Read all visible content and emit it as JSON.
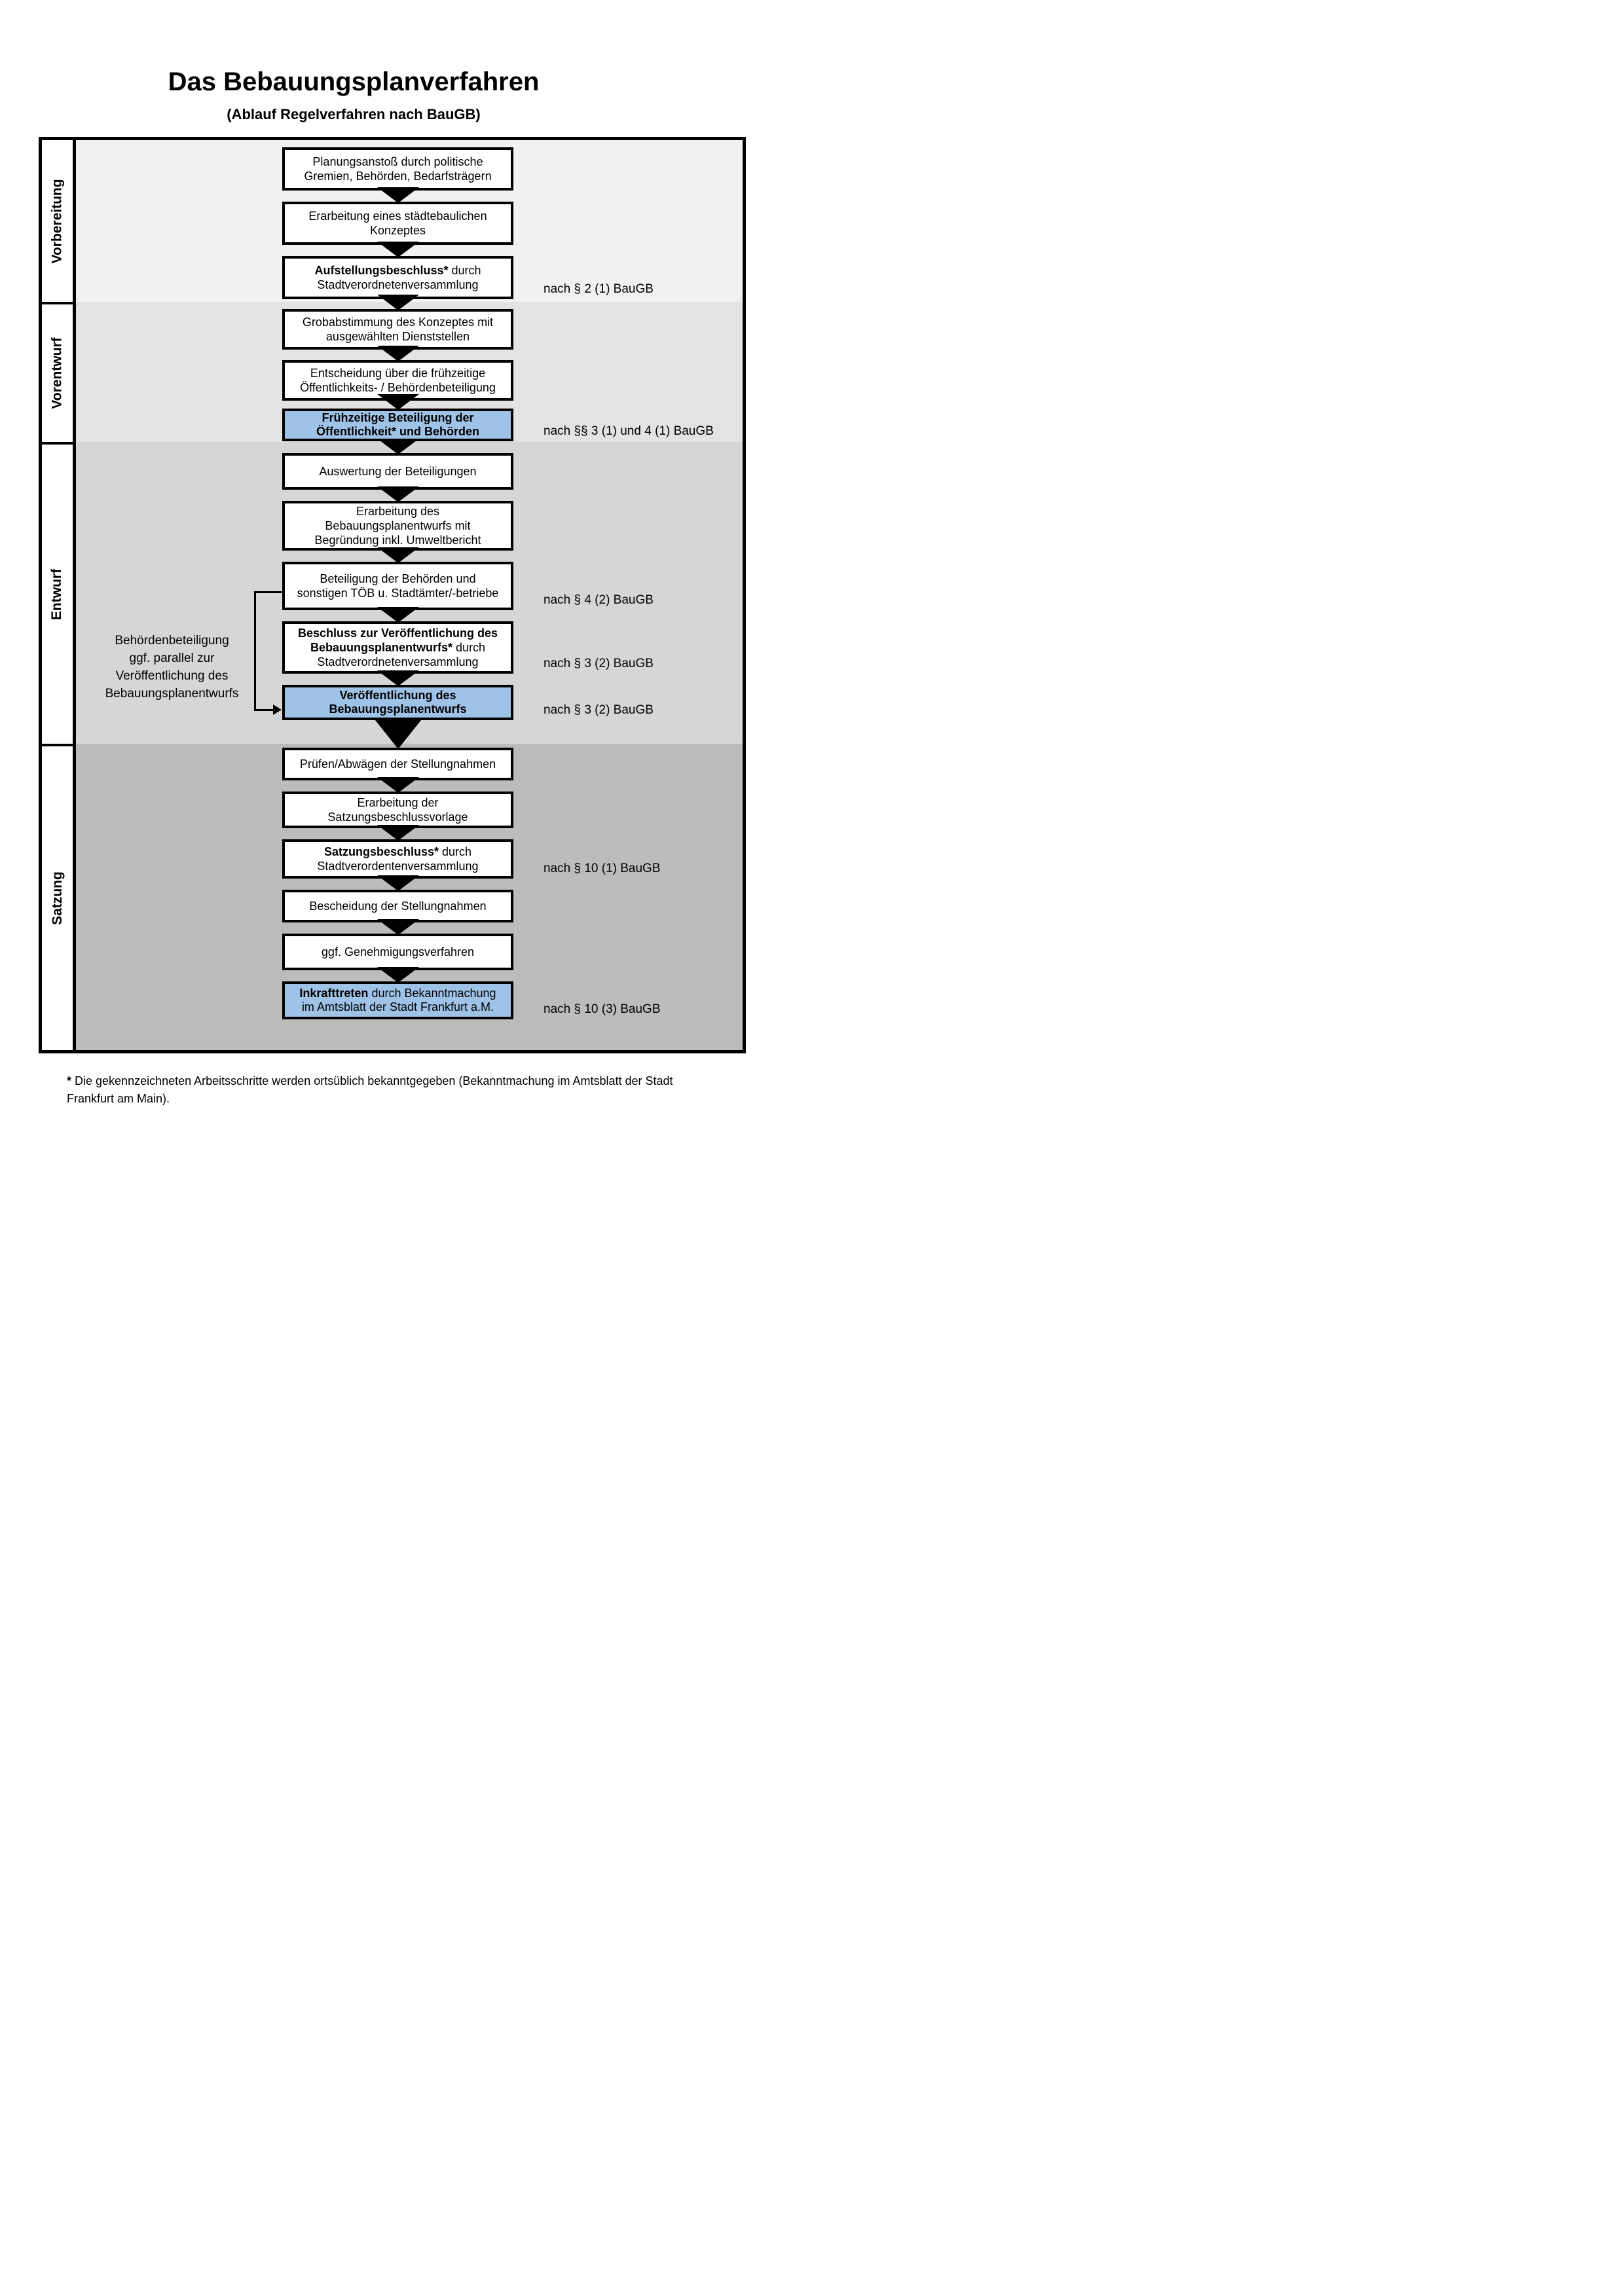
{
  "title": "Das Bebauungsplanverfahren",
  "subtitle": "(Ablauf Regelverfahren nach BauGB)",
  "phases": [
    {
      "label": "Vorbereitung"
    },
    {
      "label": "Vorentwurf"
    },
    {
      "label": "Entwurf"
    },
    {
      "label": "Satzung"
    }
  ],
  "flow_boxes": [
    {
      "highlighted": false,
      "law_ref": "",
      "lines": [
        {
          "bold": "",
          "text": "Planungsanstoß durch politische"
        },
        {
          "bold": "",
          "text": "Gremien, Behörden, Bedarfsträgern"
        }
      ]
    },
    {
      "highlighted": false,
      "law_ref": "",
      "lines": [
        {
          "bold": "",
          "text": "Erarbeitung eines städtebaulichen"
        },
        {
          "bold": "",
          "text": "Konzeptes"
        }
      ]
    },
    {
      "highlighted": false,
      "law_ref": "nach § 2 (1) BauGB",
      "lines": [
        {
          "bold": "Aufstellungsbeschluss*",
          "text": " durch"
        },
        {
          "bold": "",
          "text": "Stadtverordnetenversammlung"
        }
      ]
    },
    {
      "highlighted": false,
      "law_ref": "",
      "lines": [
        {
          "bold": "",
          "text": "Grobabstimmung des Konzeptes mit"
        },
        {
          "bold": "",
          "text": "ausgewählten Dienststellen"
        }
      ]
    },
    {
      "highlighted": false,
      "law_ref": "",
      "lines": [
        {
          "bold": "",
          "text": "Entscheidung über die frühzeitige"
        },
        {
          "bold": "",
          "text": "Öffentlichkeits- / Behördenbeteiligung"
        }
      ]
    },
    {
      "highlighted": true,
      "law_ref": "nach §§ 3 (1) und 4 (1) BauGB",
      "lines": [
        {
          "bold": "Frühzeitige Beteiligung der",
          "text": ""
        },
        {
          "bold": "Öffentlichkeit* und Behörden",
          "text": ""
        }
      ]
    },
    {
      "highlighted": false,
      "law_ref": "",
      "lines": [
        {
          "bold": "",
          "text": "Auswertung der Beteiligungen"
        }
      ]
    },
    {
      "highlighted": false,
      "law_ref": "",
      "lines": [
        {
          "bold": "",
          "text": "Erarbeitung des"
        },
        {
          "bold": "",
          "text": "Bebauungsplanentwurfs mit"
        },
        {
          "bold": "",
          "text": "Begründung inkl. Umweltbericht"
        }
      ]
    },
    {
      "highlighted": false,
      "law_ref": "nach § 4 (2) BauGB",
      "lines": [
        {
          "bold": "",
          "text": "Beteiligung der Behörden und"
        },
        {
          "bold": "",
          "text": "sonstigen TÖB u. Stadtämter/-betriebe"
        }
      ]
    },
    {
      "highlighted": false,
      "law_ref": "nach § 3 (2) BauGB",
      "lines": [
        {
          "bold": "Beschluss zur Veröffentlichung des",
          "text": ""
        },
        {
          "bold": "Bebauungsplanentwurfs*",
          "text": " durch"
        },
        {
          "bold": "",
          "text": "Stadtverordnetenversammlung"
        }
      ]
    },
    {
      "highlighted": true,
      "law_ref": "nach § 3 (2) BauGB",
      "lines": [
        {
          "bold": "Veröffentlichung des",
          "text": ""
        },
        {
          "bold": "Bebauungsplanentwurfs",
          "text": ""
        }
      ]
    },
    {
      "highlighted": false,
      "law_ref": "",
      "lines": [
        {
          "bold": "",
          "text": "Prüfen/Abwägen der Stellungnahmen"
        }
      ]
    },
    {
      "highlighted": false,
      "law_ref": "",
      "lines": [
        {
          "bold": "",
          "text": "Erarbeitung der"
        },
        {
          "bold": "",
          "text": "Satzungsbeschlussvorlage"
        }
      ]
    },
    {
      "highlighted": false,
      "law_ref": "nach § 10 (1) BauGB",
      "lines": [
        {
          "bold": "Satzungsbeschluss*",
          "text": " durch"
        },
        {
          "bold": "",
          "text": "Stadtverordentenversammlung"
        }
      ]
    },
    {
      "highlighted": false,
      "law_ref": "",
      "lines": [
        {
          "bold": "",
          "text": "Bescheidung der Stellungnahmen"
        }
      ]
    },
    {
      "highlighted": false,
      "law_ref": "",
      "lines": [
        {
          "bold": "",
          "text": "ggf. Genehmigungsverfahren"
        }
      ]
    },
    {
      "highlighted": true,
      "law_ref": "nach § 10 (3) BauGB",
      "lines": [
        {
          "bold": "Inkrafttreten",
          "text": " durch Bekanntmachung"
        },
        {
          "bold": "",
          "text": "im Amtsblatt der Stadt Frankfurt a.M."
        }
      ]
    }
  ],
  "side_annotation": {
    "lines": [
      "Behördenbeteiligung",
      "ggf. parallel zur",
      "Veröffentlichung des",
      "Bebauungsplanentwurfs"
    ]
  },
  "footnote": {
    "star": "*",
    "text": " Die gekennzeichneten Arbeitsschritte werden ortsüblich bekanntgegeben (Bekanntmachung im Amtsblatt  der Stadt Frankfurt am Main)."
  },
  "colors": {
    "highlight_blue": "#9FC3E7",
    "phase_backgrounds": [
      "#F1F1F1",
      "#E3E3E3",
      "#D6D6D6",
      "#BCBCBC"
    ]
  }
}
